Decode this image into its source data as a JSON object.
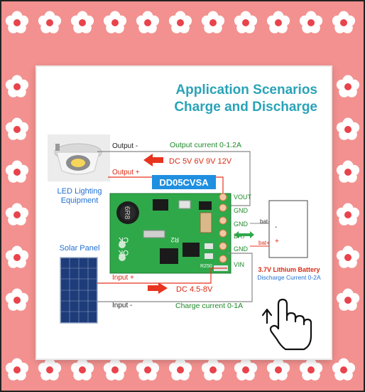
{
  "title": {
    "line1": "Application Scenarios",
    "line2": "Charge and Discharge"
  },
  "led": {
    "label_line1": "LED Lighting",
    "label_line2": "Equipment"
  },
  "solar": {
    "label": "Solar Panel"
  },
  "wires": {
    "output_minus": "Output -",
    "output_plus": "Output +",
    "output_current": "Output current 0-1.2A",
    "output_voltage": "DC 5V 6V 9V 12V",
    "input_plus": "Input +",
    "input_minus": "Input -",
    "input_voltage": "DC 4.5-8V",
    "charge_current": "Charge current 0-1A"
  },
  "module": {
    "name": "DD05CVSA",
    "silk_inductor": "6R8",
    "silk_ok": "OK",
    "silk_ck": "CK",
    "silk_r2": "R2",
    "silk_r250": "R250",
    "pins": [
      "VOUT",
      "GND",
      "GND",
      "BAT",
      "GND",
      "VIN"
    ]
  },
  "battery": {
    "minus_label": "bat-",
    "plus_label": "bat+",
    "minus_sign": "-",
    "plus_sign": "+",
    "name": "3.7V Lithium Battery",
    "discharge": "Discharge Current 0-2A"
  },
  "colors": {
    "background": "#f2918f",
    "title": "#2aa3b8",
    "accent_blue": "#1f6fd1",
    "red": "#e8331f",
    "green": "#1e8a2a",
    "pcb": "#2fa84a"
  }
}
